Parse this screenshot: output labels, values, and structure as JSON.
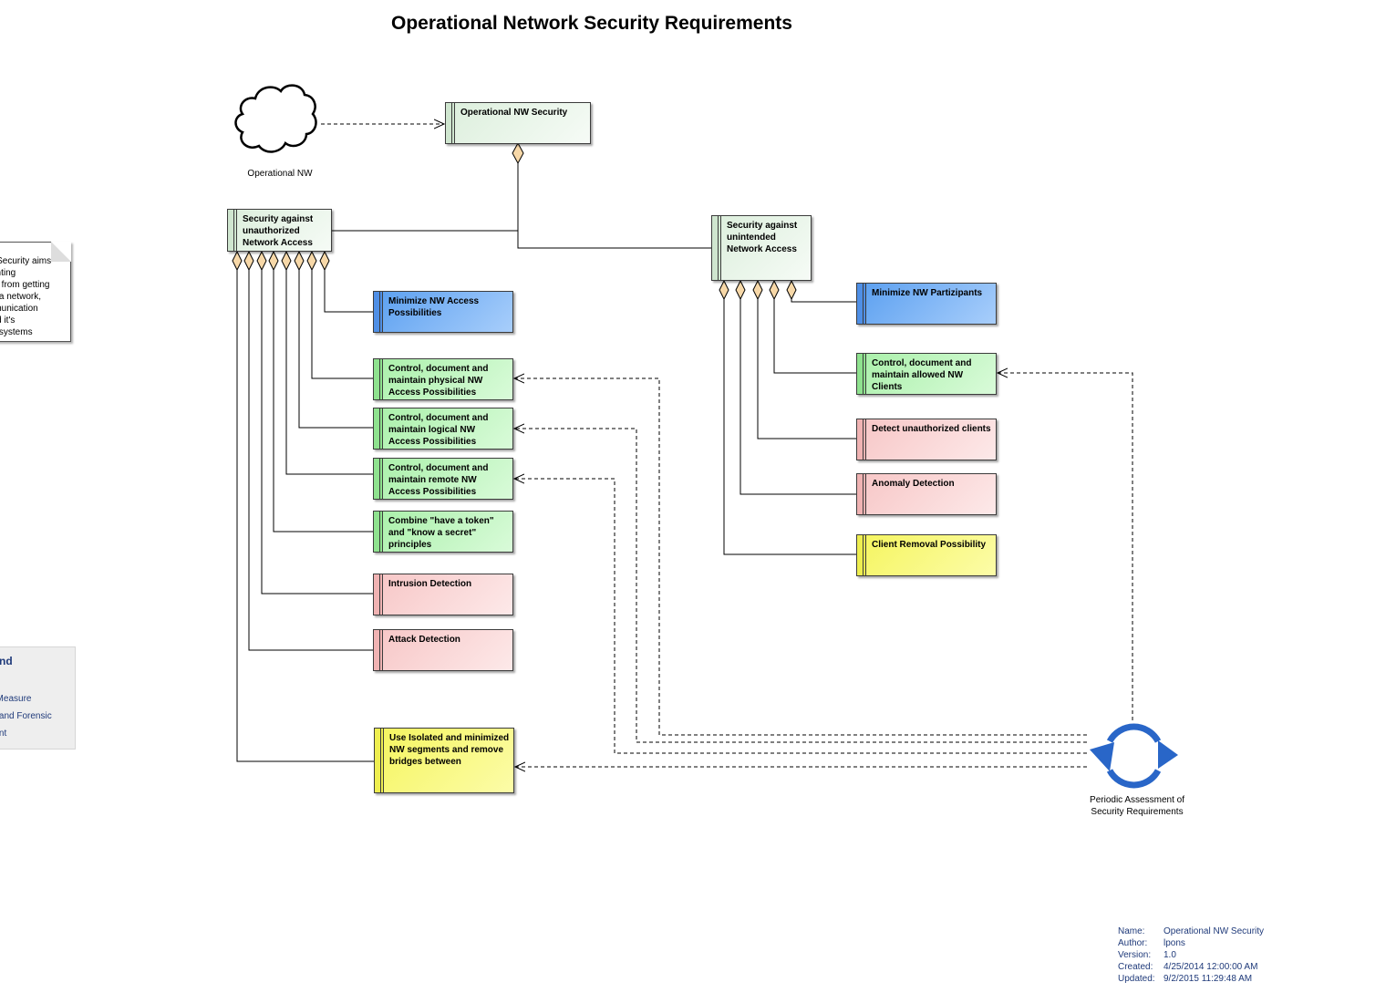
{
  "title": "Operational Network Security Requirements",
  "cloud": {
    "label": "Operational NW",
    "icon": "cloud-icon"
  },
  "root": {
    "label": "Operational NW Security"
  },
  "groups": {
    "unauthorized": {
      "label": "Security against unauthorized Network Access"
    },
    "unintended": {
      "label": "Security against unintended Network Access"
    }
  },
  "left_requirements": [
    {
      "label": "Minimize NW Access Possibilities",
      "category": "blue"
    },
    {
      "label": "Control, document and maintain physical NW Access Possibilities",
      "category": "green"
    },
    {
      "label": "Control, document and maintain logical NW Access Possibilities",
      "category": "green"
    },
    {
      "label": "Control, document and maintain remote NW Access Possibilities",
      "category": "green"
    },
    {
      "label": "Combine \"have a token\" and \"know a secret\" principles",
      "category": "green"
    },
    {
      "label": "Intrusion Detection",
      "category": "red"
    },
    {
      "label": "Attack Detection",
      "category": "red"
    },
    {
      "label": "Use Isolated and minimized NW segments and remove bridges between",
      "category": "yellow"
    }
  ],
  "right_requirements": [
    {
      "label": "Minimize NW Partizipants",
      "category": "blue"
    },
    {
      "label": "Control, document and maintain allowed NW Clients",
      "category": "green"
    },
    {
      "label": "Detect unauthorized clients",
      "category": "red"
    },
    {
      "label": "Anomaly Detection",
      "category": "red"
    },
    {
      "label": "Client Removal Possibility",
      "category": "yellow"
    }
  ],
  "process": {
    "label_line1": "Periodic Assessment of",
    "label_line2": "Security Requirements",
    "icon": "cycle-arrows-icon"
  },
  "note": {
    "lines": [
      "rk Security aims",
      "venting",
      "ers from getting",
      " to a network,",
      "mmunication",
      "and it's",
      "ng systems"
    ]
  },
  "legend": {
    "title": "gend",
    "items": [
      "al Measure",
      "on and Forensic",
      "ment"
    ]
  },
  "metadata": {
    "name_key": "Name:",
    "name": "Operational NW Security",
    "author_key": "Author:",
    "author": "lpons",
    "version_key": "Version:",
    "version": "1.0",
    "created_key": "Created:",
    "created": "4/25/2014 12:00:00 AM",
    "updated_key": "Updated:",
    "updated": "9/2/2015 11:29:48 AM"
  },
  "colors": {
    "blue": "#7ab6f6",
    "green": "#c4f6c4",
    "red": "#fbdada",
    "yellow": "#f9f98a",
    "group": "#e8f5e8",
    "cycle": "#2966c8"
  }
}
